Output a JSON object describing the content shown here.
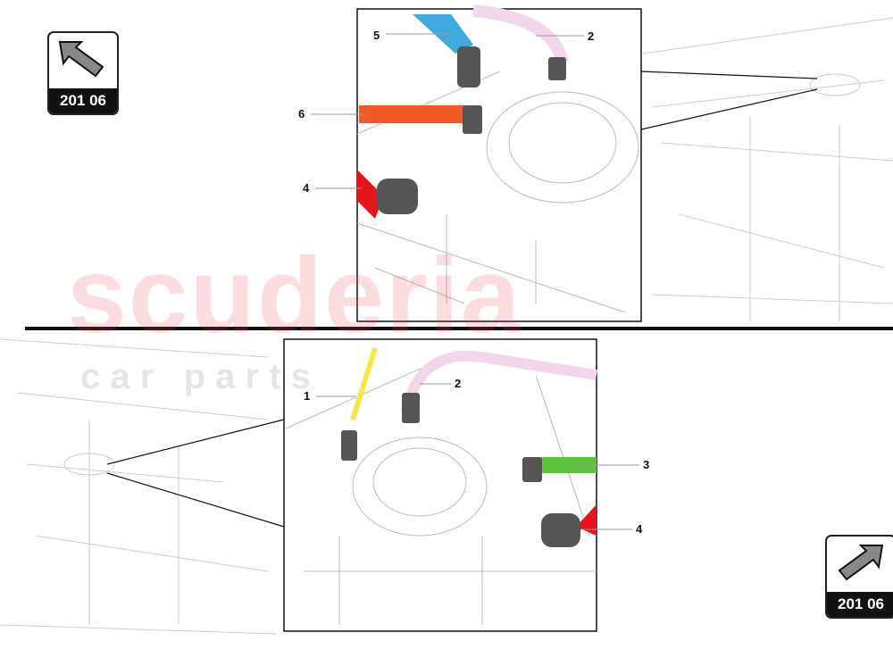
{
  "nav": {
    "prev": {
      "code": "201 06",
      "icon": "arrow-up-left-icon"
    },
    "next": {
      "code": "201 06",
      "icon": "arrow-up-right-icon"
    }
  },
  "watermark": {
    "brand": "scuderia",
    "sub": "c a r   p a r t s"
  },
  "callouts_top": [
    "5",
    "2",
    "6",
    "4"
  ],
  "callouts_bottom": [
    "1",
    "2",
    "3",
    "4"
  ],
  "colors": {
    "blue_hose": "#3fa9e0",
    "pink_hose": "#f2d6ea",
    "orange_hose": "#f05a28",
    "red_hose": "#e8141b",
    "yellow_hose": "#f2e84b",
    "green_hose": "#5ec43a",
    "connector": "#555555"
  }
}
